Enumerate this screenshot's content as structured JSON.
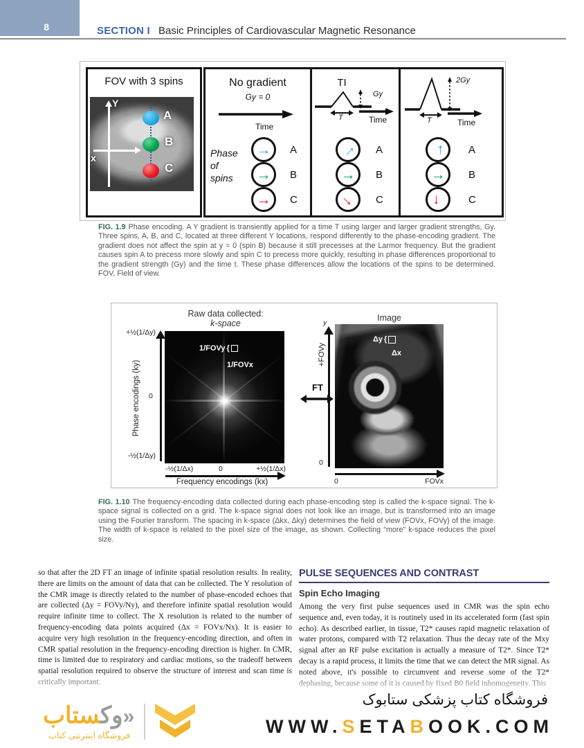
{
  "header": {
    "page_number": "8",
    "section_label": "SECTION I",
    "section_title": "Basic Principles of Cardiovascular Magnetic Resonance"
  },
  "icons": {
    "arrow_right": "→",
    "guillemet": "«"
  },
  "fig19": {
    "fov_panel": {
      "title": "FOV with 3 spins",
      "axis_y": "Y",
      "axis_x": "x",
      "spin_labels": [
        "A",
        "B",
        "C"
      ]
    },
    "no_gradient_panel": {
      "title": "No gradient",
      "subtitle": "Gy = 0",
      "time_label": "Time",
      "phase_label": "Phase\nof\nspins",
      "spins": [
        {
          "label": "A"
        },
        {
          "label": "B"
        },
        {
          "label": "C"
        }
      ]
    },
    "gradient1_panel": {
      "title": "TI",
      "gy_label": "Gy",
      "t_label": "T",
      "time_label": "Time",
      "spins": [
        {
          "label": "A"
        },
        {
          "label": "B"
        },
        {
          "label": "C"
        }
      ]
    },
    "gradient2_panel": {
      "gy_label": "2Gy",
      "t_label": "T",
      "time_label": "Time",
      "spins": [
        {
          "label": "A"
        },
        {
          "label": "B"
        },
        {
          "label": "C"
        }
      ]
    },
    "caption_label": "FIG. 1.9",
    "caption_text": "Phase encoding. A Y gradient is transiently applied for a time T using larger and larger gradient strengths, Gy. Three spins, A, B, and C, located at three different Y locations, respond differently to the phase-encoding gradient. The gradient does not affect the spin at y = 0 (spin B) because it still precesses at the Larmor frequency. But the gradient causes spin A to precess more slowly and spin C to precess more quickly, resulting in phase differences proportional to the gradient strength (Gy) and the time t. These phase differences allow the locations of the spins to be determined. FOV, Field of view."
  },
  "fig110": {
    "kspace_title_line1": "Raw data collected:",
    "kspace_title_line2": "k-space",
    "label_fovy": "1/FOVy",
    "label_fovx": "1/FOVx",
    "bracket": "{",
    "y_axis_label": "Phase encodings (ky)",
    "x_axis_label": "Frequency encodings (kx)",
    "y_tick_top": "+½(1/Δy)",
    "y_tick_mid": "0",
    "y_tick_bottom": "-½(1/Δy)",
    "x_tick_left": "-½(1/Δx)",
    "x_tick_mid": "0",
    "x_tick_right": "+½(1/Δx)",
    "ft_label": "FT",
    "image_title": "Image",
    "label_dy": "Δy",
    "label_dx": "Δx",
    "img_y_top": "y",
    "img_y_axis": "+FOVy",
    "img_y_zero": "0",
    "img_x_zero": "0",
    "img_x_end": "FOVx",
    "caption_label": "FIG. 1.10",
    "caption_text": "The frequency-encoding data collected during each phase-encoding step is called the k-space signal. The k-space signal is collected on a grid. The k-space signal does not look like an image, but is transformed into an image using the Fourier transform. The spacing in k-space (Δkx, Δky) determines the field of view (FOVx, FOVy) of the image. The width of k-space is related to the pixel size of the image, as shown. Collecting “more” k-space reduces the pixel size."
  },
  "body": {
    "left_column": "so that after the 2D FT an image of infinite spatial resolution results. In reality, there are limits on the amount of data that can be collected. The Y resolution of the CMR image is directly related to the number of phase-encoded echoes that are collected (Δy = FOVy/Ny), and therefore infinite spatial resolution would require infinite time to collect. The X resolution is related to the number of frequency-encoding data points acquired (Δx = FOVx/Nx). It is easier to acquire very high resolution in the frequency-encoding direction, and often in CMR spatial resolution in the frequency-encoding direction is higher. In CMR, time is limited due to respiratory and cardiac motions, so the tradeoff between spatial resolution required to observe the structure of interest and scan time is critically important.",
    "right_heading": "PULSE SEQUENCES AND CONTRAST",
    "right_subheading": "Spin Echo Imaging",
    "right_paragraph": "Among the very first pulse sequences used in CMR was the spin echo sequence and, even today, it is routinely used in its accelerated form (fast spin echo). As described earlier, in tissue, T2* causes rapid magnetic relaxation of water protons, compared with T2 relaxation. Thus the decay rate of the Mxy signal after an RF pulse excitation is actually a measure of T2*. Since T2* decay is a rapid process, it limits the time that we can detect the MR signal. As noted above, it's possible to circumvent and reverse some of the T2* dephasing, because some of it is caused by fixed B0 field inhomogeneity. This"
  },
  "footer": {
    "wordmark_yellow": "ستاب",
    "wordmark_gray": "وک",
    "tagline": "فروشگاه اینترنتی کتاب",
    "store_name_fa": "فروشگاه کتاب پزشکی ستابوک",
    "url_p1": "WWW.",
    "url_s": "S",
    "url_p2": "ETA",
    "url_b": "B",
    "url_p3": "OOK.COM"
  },
  "colors": {
    "header_box": "#8da3c0",
    "section_blue": "#3a67ad",
    "caption_green": "#2e6e5c",
    "heading_indigo": "#3b3b73",
    "brand_yellow": "#f2b22d",
    "spin_blue": "#29abe2",
    "spin_green": "#00a651",
    "spin_red": "#ed1c24"
  }
}
